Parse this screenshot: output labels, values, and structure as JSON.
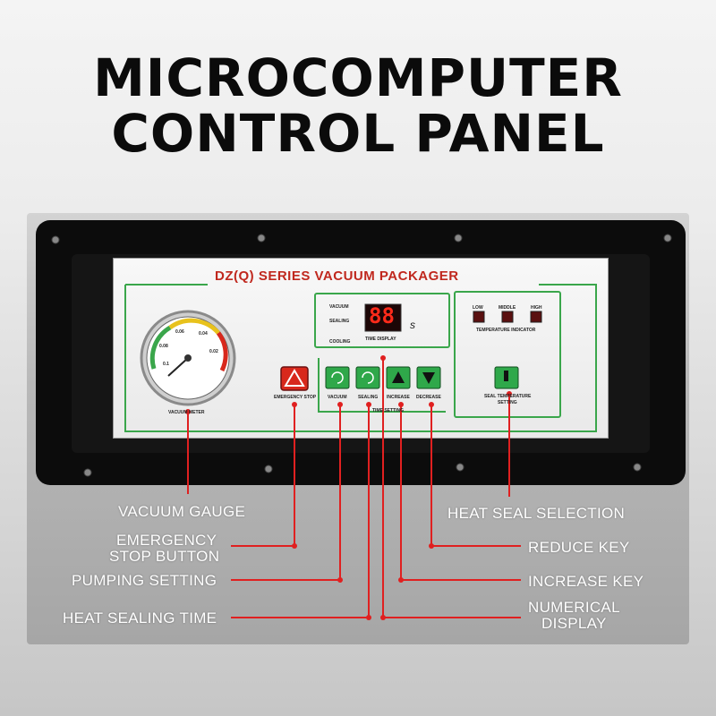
{
  "title_line1": "MICROCOMPUTER",
  "title_line2": "CONTROL PANEL",
  "panel": {
    "header": "DZ(Q) SERIES VACUUM PACKAGER",
    "gauge_label": "VACUUM METER",
    "gauge_ticks": [
      "0.06",
      "0.04",
      "0.08",
      "0.02",
      "0.1"
    ],
    "emergency_label": "EMERGENCY STOP",
    "time_rows": [
      "VACUUM",
      "SEALING",
      "COOLING"
    ],
    "display_value": "88",
    "display_unit": "s",
    "time_display_label": "TIME DISPLAY",
    "buttons": [
      "VACUUM",
      "SEALING",
      "INCREASE",
      "DECREASE"
    ],
    "time_setting_label": "TIME SETTING",
    "temp_levels": [
      "LOW",
      "MIDDLE",
      "HIGH"
    ],
    "temp_indicator_label": "TEMPERATURE INDICATOR",
    "seal_temp_label_1": "SEAL TEMPERATURE",
    "seal_temp_label_2": "SETTING"
  },
  "callouts": {
    "vacuum_gauge": "VACUUM GAUGE",
    "emergency_1": "EMERGENCY",
    "emergency_2": "STOP BUTTON",
    "pumping": "PUMPING SETTING",
    "heat_time": "HEAT SEALING TIME",
    "heat_seal": "HEAT SEAL SELECTION",
    "reduce": "REDUCE KEY",
    "increase": "INCREASE KEY",
    "numerical_1": "NUMERICAL",
    "numerical_2": "DISPLAY"
  },
  "colors": {
    "panel_line": "#3aa64b",
    "callout_line": "#e02020",
    "button_green": "#2fa84a",
    "button_red": "#d8281c",
    "display_red": "#ff2a1a",
    "header_red": "#c0281e"
  }
}
